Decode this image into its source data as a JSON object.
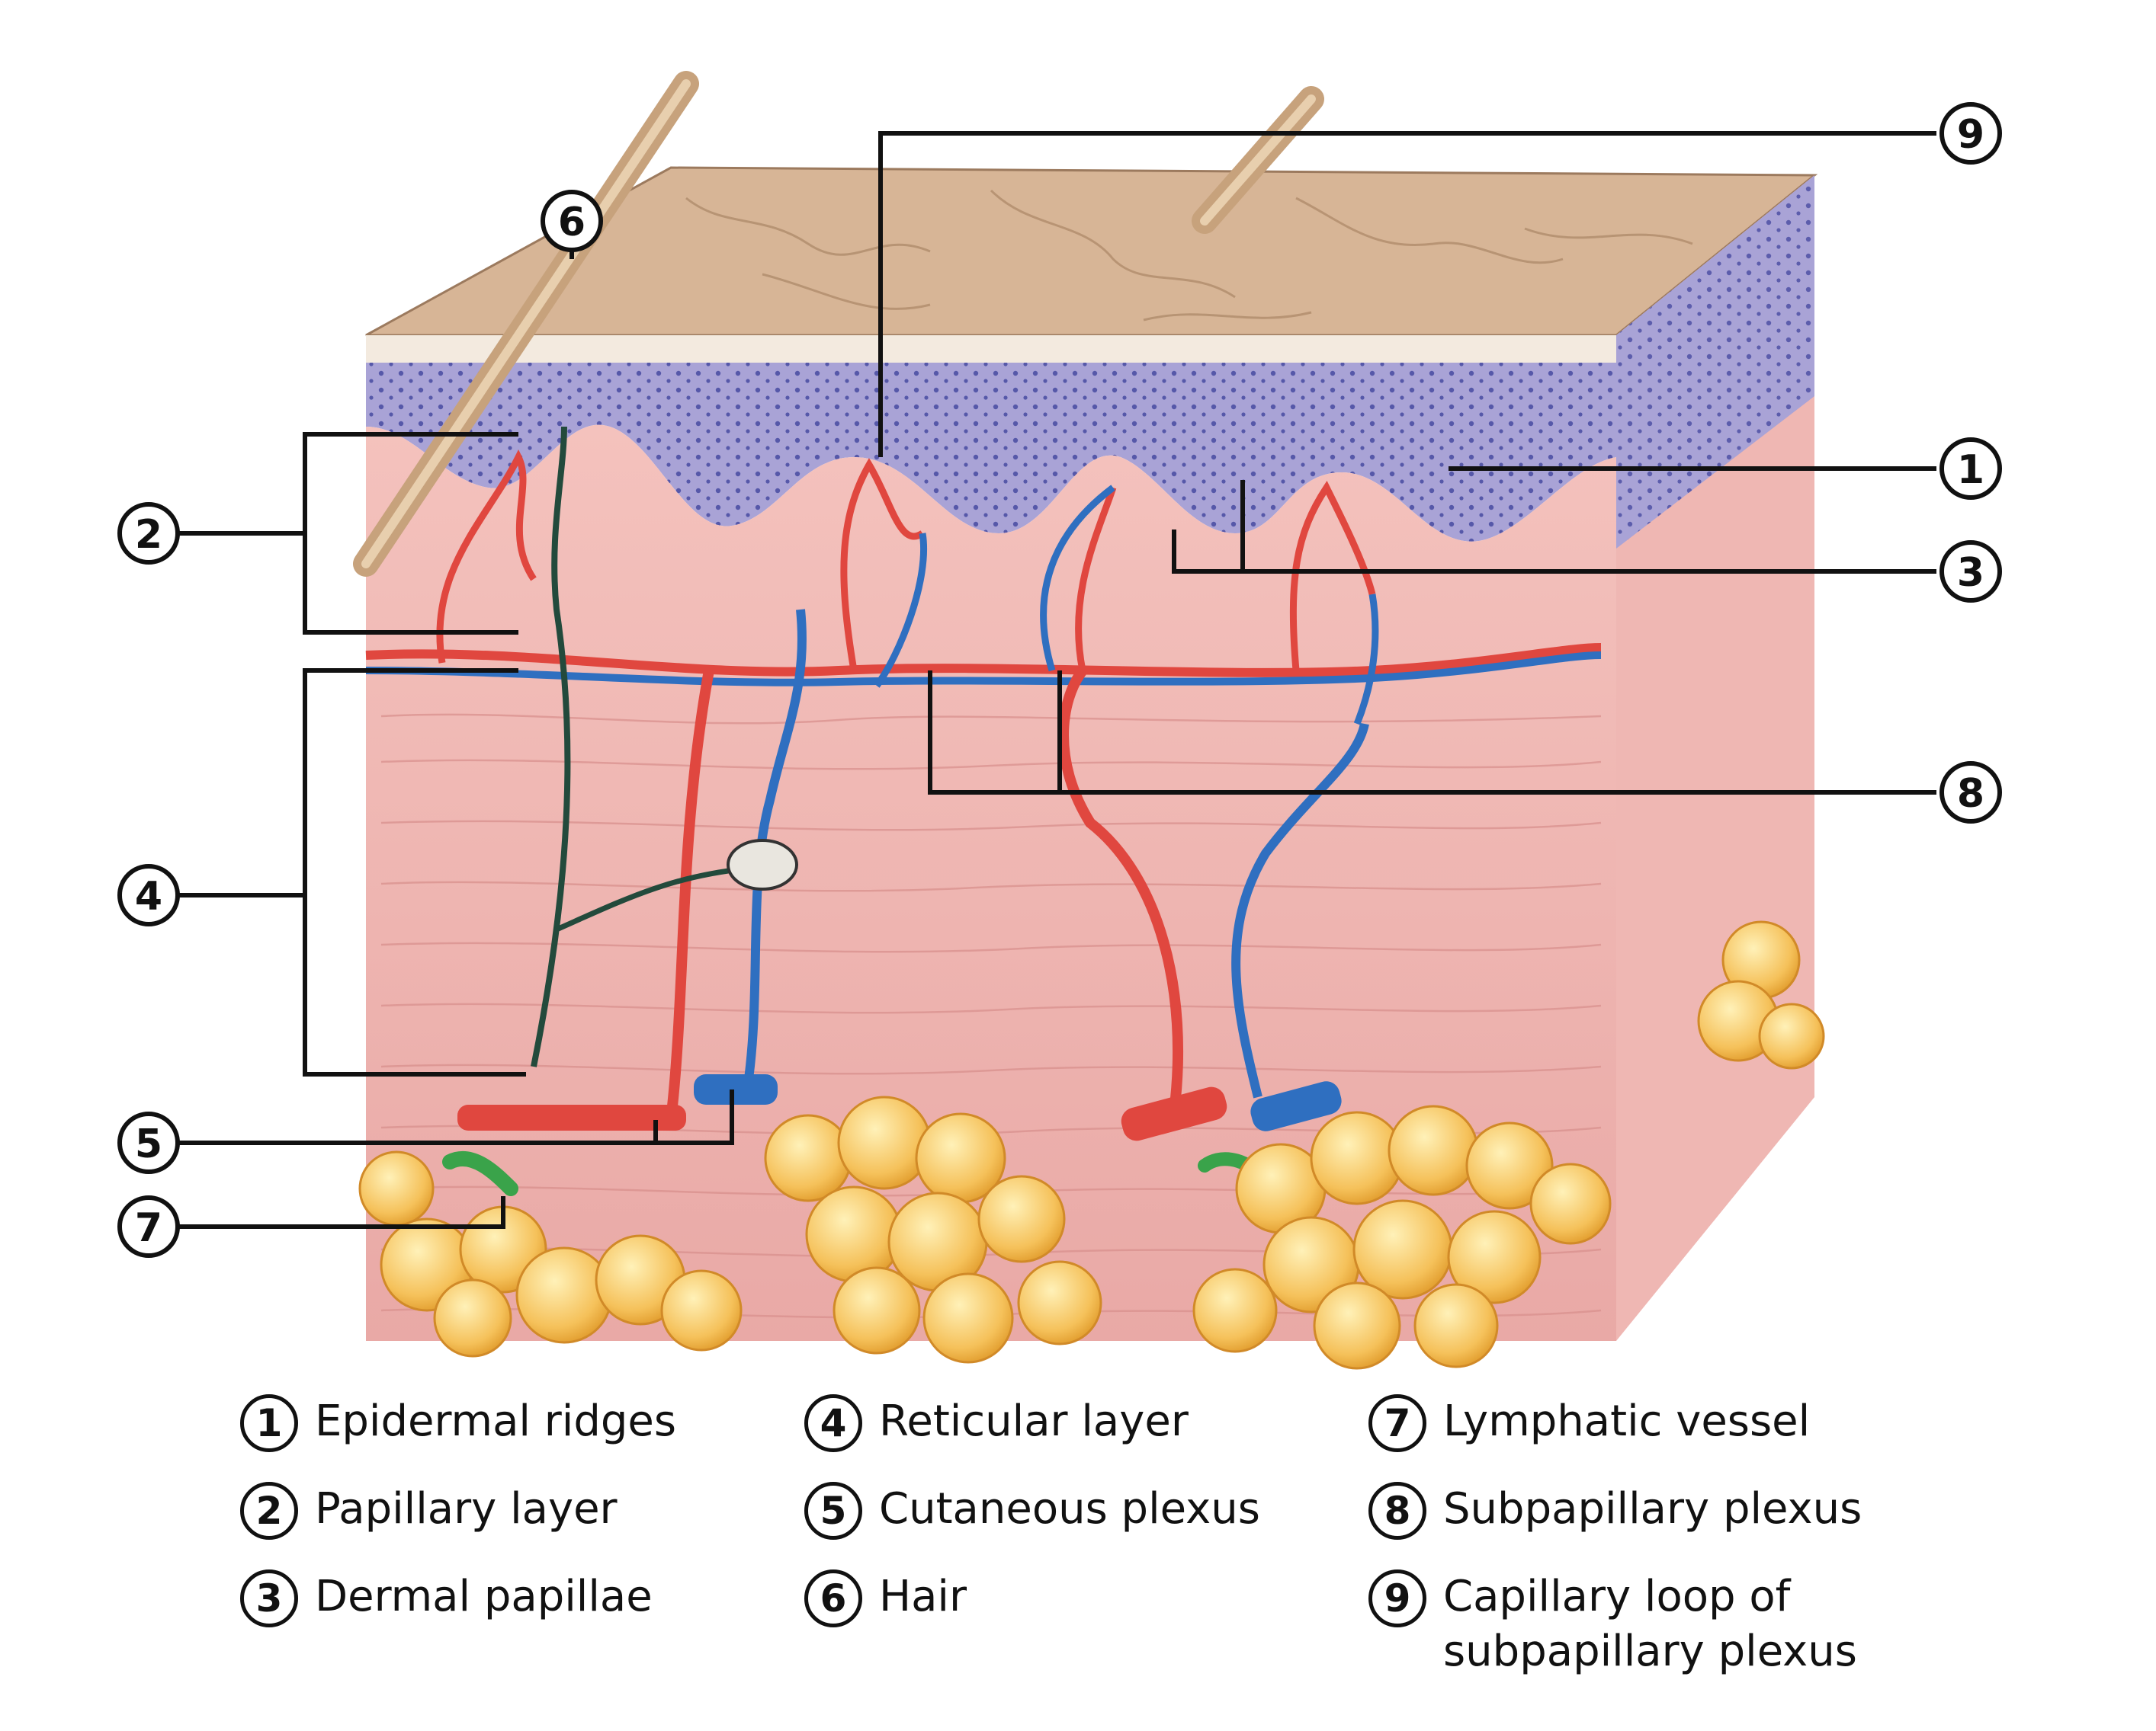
{
  "diagram": {
    "callouts": [
      "1",
      "2",
      "3",
      "4",
      "5",
      "6",
      "7",
      "8",
      "9"
    ],
    "legend": [
      {
        "num": "1",
        "label": "Epidermal ridges"
      },
      {
        "num": "2",
        "label": "Papillary layer"
      },
      {
        "num": "3",
        "label": "Dermal papillae"
      },
      {
        "num": "4",
        "label": "Reticular layer"
      },
      {
        "num": "5",
        "label": "Cutaneous plexus"
      },
      {
        "num": "6",
        "label": "Hair"
      },
      {
        "num": "7",
        "label": "Lymphatic vessel"
      },
      {
        "num": "8",
        "label": "Subpapillary plexus"
      },
      {
        "num": "9",
        "label": "Capillary loop of subpapillary plexus"
      }
    ],
    "colors": {
      "skin_surface": "#d9b89a",
      "epidermis": "#a9a3d6",
      "dermis": "#f0b8b4",
      "artery": "#e0473f",
      "vein": "#2f6fc0",
      "lymphatic": "#3aa34a",
      "nerve": "#234a3c",
      "fat": "#f5c15a"
    }
  }
}
